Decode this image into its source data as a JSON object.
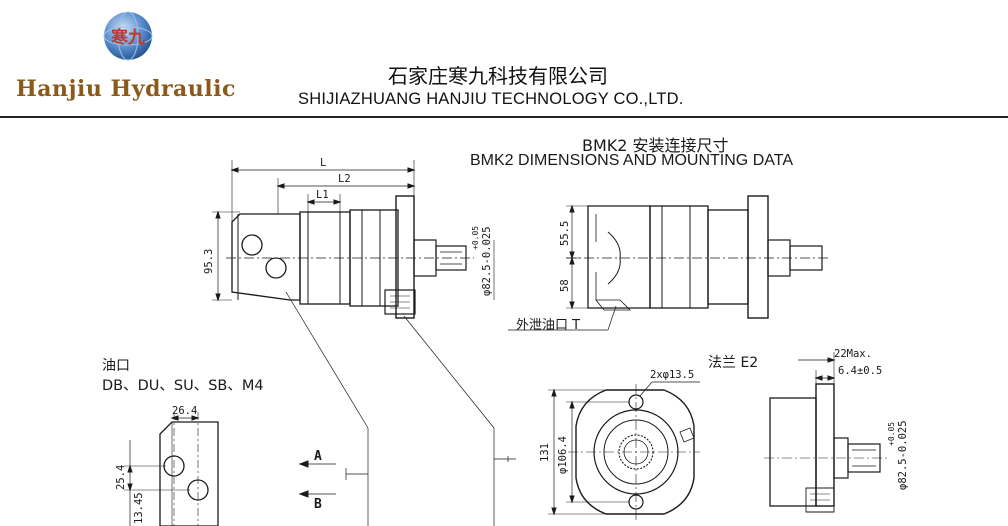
{
  "header": {
    "brand": "Hanjiu Hydraulic",
    "logo_glyph": "寒九",
    "company_cn": "石家庄寒九科技有限公司",
    "company_en": "SHIJIAZHUANG HANJIU TECHNOLOGY CO.,LTD."
  },
  "titles": {
    "cn": "BMK2 安装连接尺寸",
    "en": "BMK2 DIMENSIONS AND MOUNTING DATA"
  },
  "side_view": {
    "dim_L": "L",
    "dim_L2": "L2",
    "dim_L1": "L1",
    "dim_height": "95.3",
    "shaft_dia": "φ82.5-0.025",
    "shaft_tol": "+0.05"
  },
  "top_view": {
    "dim_upper": "55.5",
    "dim_lower": "58",
    "drain_label": "外泄油口 T"
  },
  "ports": {
    "title": "油口",
    "list": "DB、DU、SU、SB、M4",
    "dim_width": "26.4",
    "dim_upper": "25.4",
    "dim_lower": "13.45",
    "port_A": "A",
    "port_B": "B"
  },
  "flange_front": {
    "holes": "2xφ13.5",
    "dim_height": "131",
    "dim_pcd": "φ106.4"
  },
  "flange_side": {
    "label": "法兰  E2",
    "dim_max": "22Max.",
    "dim_offset": "6.4±0.5",
    "shaft_dia": "φ82.5-0.025",
    "shaft_tol": "+0.05"
  },
  "colors": {
    "brand_text": "#8a5a1c",
    "line": "#1a1a1a",
    "globe_blue": "#3a6fb0",
    "globe_red": "#c0392b"
  }
}
